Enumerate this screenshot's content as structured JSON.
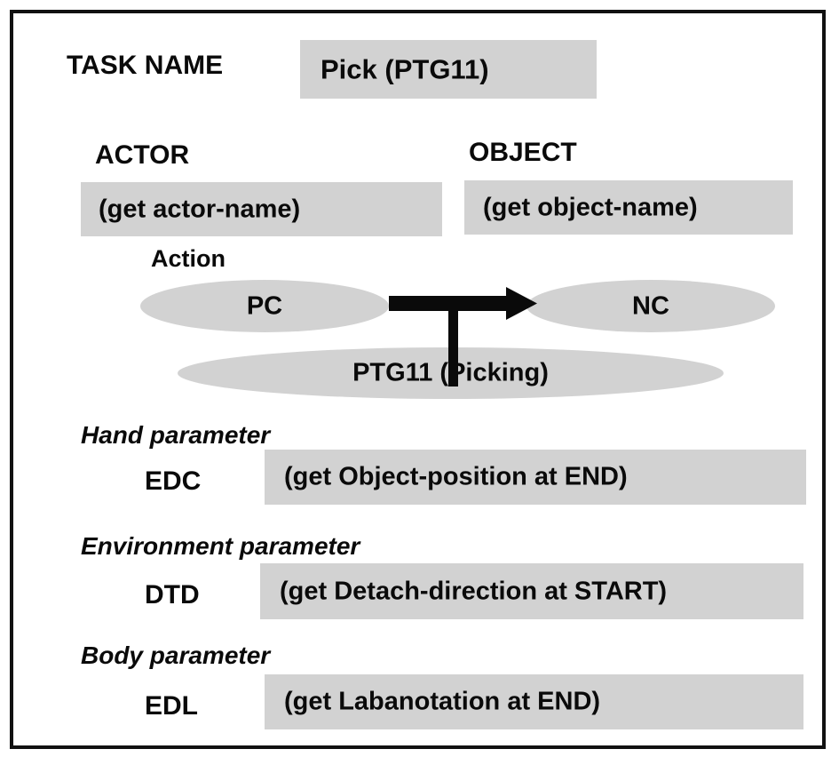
{
  "diagram": {
    "title_label": "TASK NAME",
    "task_name": "Pick (PTG11)",
    "roles": {
      "actor_label": "ACTOR",
      "actor_value": "(get actor-name)",
      "object_label": "OBJECT",
      "object_value": "(get object-name)"
    },
    "action": {
      "section_label": "Action",
      "previous_contact": "PC",
      "next_contact": "NC",
      "task_node": "PTG11 (Picking)",
      "arrow_icon": "right-arrow-with-stem-icon"
    },
    "parameters": [
      {
        "group_label": "Hand parameter",
        "code": "EDC",
        "value": "(get  Object-position at END)"
      },
      {
        "group_label": "Environment parameter",
        "code": "DTD",
        "value": "(get Detach-direction at START)"
      },
      {
        "group_label": "Body parameter",
        "code": "EDL",
        "value": "(get Labanotation at END)"
      }
    ],
    "colors": {
      "fill_gray": "#d2d2d2",
      "text_black": "#0a0a0a",
      "frame_black": "#111111",
      "background": "#ffffff"
    }
  }
}
